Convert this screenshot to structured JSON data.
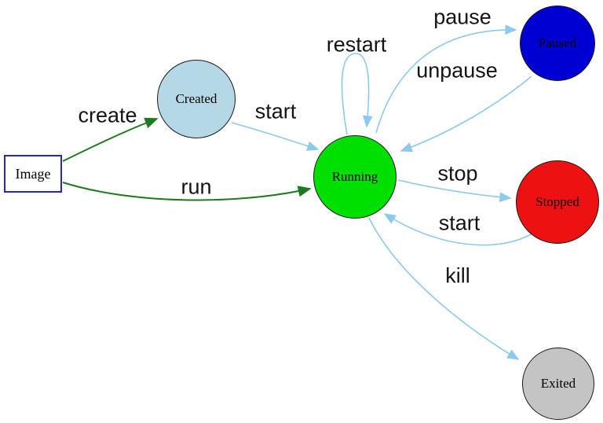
{
  "diagram": {
    "type": "state-diagram",
    "colors": {
      "edge_blue": "#8cc9ee",
      "edge_green": "#1e7a1e",
      "node_created_fill": "#b5d8e6",
      "node_running_fill": "#00e000",
      "node_paused_fill": "#0000d2",
      "node_stopped_fill": "#ee1111",
      "node_exited_fill": "#c4c4c4",
      "image_box_border": "#2323d7",
      "node_border": "#1a1a1a"
    },
    "nodes": [
      {
        "id": "image",
        "label": "Image",
        "shape": "rect"
      },
      {
        "id": "created",
        "label": "Created",
        "shape": "circle"
      },
      {
        "id": "running",
        "label": "Running",
        "shape": "circle"
      },
      {
        "id": "paused",
        "label": "Paused",
        "shape": "circle"
      },
      {
        "id": "stopped",
        "label": "Stopped",
        "shape": "circle"
      },
      {
        "id": "exited",
        "label": "Exited",
        "shape": "circle"
      }
    ],
    "edges": [
      {
        "id": "create",
        "label": "create",
        "from": "Image",
        "to": "Created",
        "color": "#1e7a1e"
      },
      {
        "id": "run",
        "label": "run",
        "from": "Image",
        "to": "Running",
        "color": "#1e7a1e"
      },
      {
        "id": "start1",
        "label": "start",
        "from": "Created",
        "to": "Running",
        "color": "#8cc9ee"
      },
      {
        "id": "restart",
        "label": "restart",
        "from": "Running",
        "to": "Running",
        "color": "#8cc9ee"
      },
      {
        "id": "pause",
        "label": "pause",
        "from": "Running",
        "to": "Paused",
        "color": "#8cc9ee"
      },
      {
        "id": "unpause",
        "label": "unpause",
        "from": "Paused",
        "to": "Running",
        "color": "#8cc9ee"
      },
      {
        "id": "stop",
        "label": "stop",
        "from": "Running",
        "to": "Stopped",
        "color": "#8cc9ee"
      },
      {
        "id": "start2",
        "label": "start",
        "from": "Stopped",
        "to": "Running",
        "color": "#8cc9ee"
      },
      {
        "id": "kill",
        "label": "kill",
        "from": "Running",
        "to": "Exited",
        "color": "#8cc9ee"
      }
    ]
  }
}
